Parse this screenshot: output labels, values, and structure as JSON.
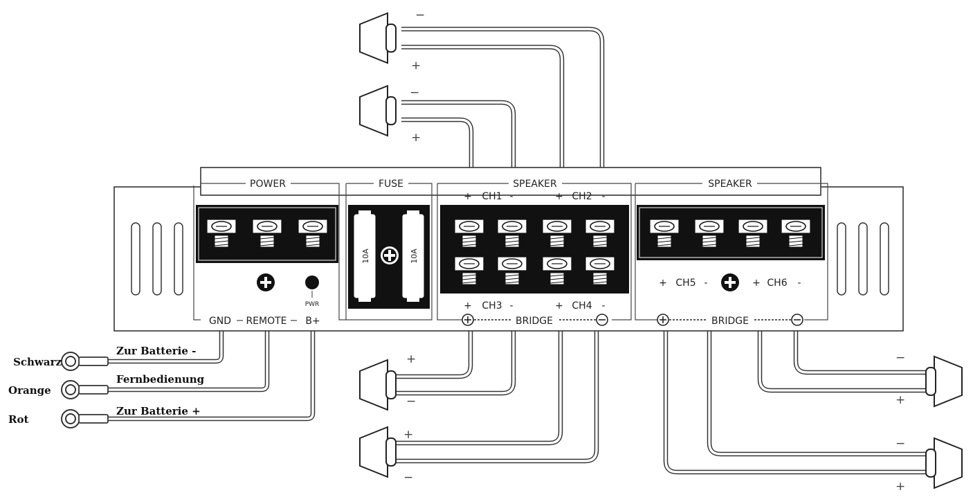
{
  "sections": {
    "power": "POWER",
    "fuse": "FUSE",
    "speaker_left": "SPEAKER",
    "speaker_right": "SPEAKER"
  },
  "fuses": [
    "10A",
    "10A"
  ],
  "pwr_label": "PWR",
  "power_terminals": {
    "gnd": "GND",
    "remote": "REMOTE",
    "bplus": "B+"
  },
  "channels": {
    "ch1": "CH1",
    "ch2": "CH2",
    "ch3": "CH3",
    "ch4": "CH4",
    "ch5": "CH5",
    "ch6": "CH6",
    "plus": "+",
    "minus": "-"
  },
  "bridge_label": "BRIDGE",
  "wire_labels": {
    "battery_minus": "Zur Batterie -",
    "remote": "Fernbedienung",
    "battery_plus": "Zur Batterie +"
  },
  "cable_colors": {
    "black": "Schwarz",
    "orange": "Orange",
    "red": "Rot"
  },
  "speaker_signs": {
    "plus": "+",
    "minus": "−"
  }
}
